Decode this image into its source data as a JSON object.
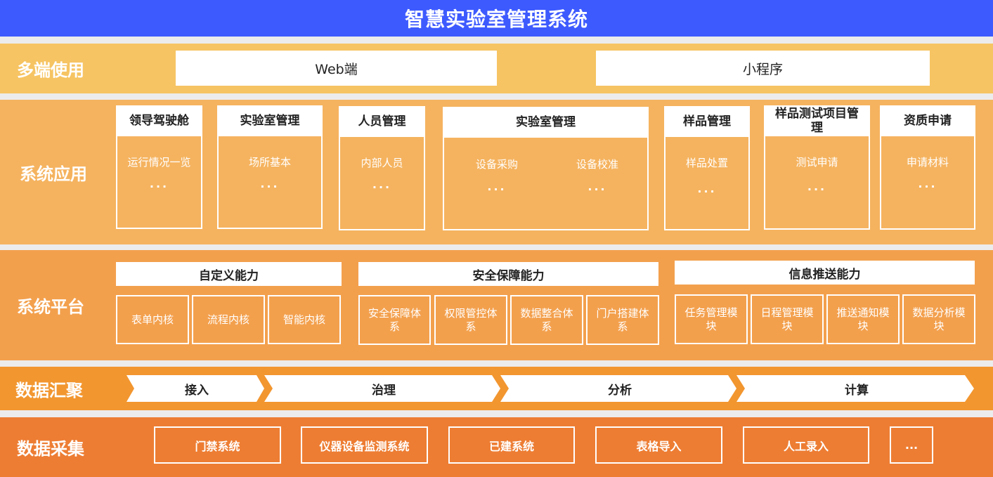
{
  "title": "智慧实验室管理系统",
  "layers": {
    "multi": {
      "label": "多端使用",
      "items": [
        "Web端",
        "小程序"
      ]
    },
    "apps": {
      "label": "系统应用",
      "modules": [
        {
          "title": "领导驾驶舱",
          "items": [
            "运行情况一览"
          ],
          "more": "···"
        },
        {
          "title": "实验室管理",
          "items": [
            "场所基本"
          ],
          "more": "···"
        },
        {
          "title": "人员管理",
          "items": [
            "内部人员"
          ],
          "more": "···"
        },
        {
          "title": "实验室管理",
          "items": [
            "设备采购",
            "设备校准"
          ],
          "more": "···"
        },
        {
          "title": "样品管理",
          "items": [
            "样品处置"
          ],
          "more": "···"
        },
        {
          "title": "样品测试项目管理",
          "items": [
            "测试申请"
          ],
          "more": "···"
        },
        {
          "title": "资质申请",
          "items": [
            "申请材料"
          ],
          "more": "···"
        }
      ]
    },
    "platform": {
      "label": "系统平台",
      "groups": [
        {
          "title": "自定义能力",
          "items": [
            "表单内核",
            "流程内核",
            "智能内核"
          ]
        },
        {
          "title": "安全保障能力",
          "items": [
            "安全保障体系",
            "权限管控体系",
            "数据整合体系",
            "门户搭建体系"
          ]
        },
        {
          "title": "信息推送能力",
          "items": [
            "任务管理模块",
            "日程管理模块",
            "推送通知模块",
            "数据分析模块"
          ]
        }
      ]
    },
    "converge": {
      "label": "数据汇聚",
      "steps": [
        "接入",
        "治理",
        "分析",
        "计算"
      ]
    },
    "collect": {
      "label": "数据采集",
      "items": [
        "门禁系统",
        "仪器设备监测系统",
        "已建系统",
        "表格导入",
        "人工录入",
        "..."
      ]
    }
  },
  "colors": {
    "title_bg": "#3d5afe",
    "band_multi": "#f6c463",
    "band_apps": "#f5b35f",
    "band_platform": "#f3a04d",
    "band_converge": "#f2962f",
    "band_collect": "#ed7d33"
  }
}
